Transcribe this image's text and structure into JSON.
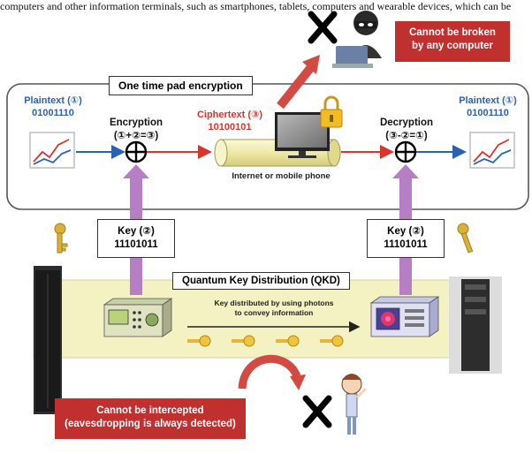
{
  "header_clip": "computers and other information terminals, such as smartphones, tablets, computers and wearable devices, which can be",
  "top_callout": {
    "line1": "Cannot be broken",
    "line2": "by any computer"
  },
  "otp": {
    "title": "One time pad encryption",
    "plaintext_left": {
      "label": "Plaintext (①)",
      "bits": "01001110"
    },
    "encryption": {
      "label": "Encryption",
      "formula": "(①+②=③)"
    },
    "ciphertext": {
      "label": "Ciphertext (③)",
      "bits": "10100101"
    },
    "channel": "Internet or mobile phone",
    "decryption": {
      "label": "Decryption",
      "formula": "(③-②=①)"
    },
    "plaintext_right": {
      "label": "Plaintext (①)",
      "bits": "01001110"
    }
  },
  "key_left": {
    "label": "Key (②)",
    "bits": "11101011"
  },
  "key_right": {
    "label": "Key (②)",
    "bits": "11101011"
  },
  "qkd": {
    "title": "Quantum Key Distribution (QKD)",
    "note_line1": "Key distributed by using photons",
    "note_line2": "to convey information"
  },
  "bottom_callout": {
    "line1": "Cannot be intercepted",
    "line2": "(eavesdropping is always detected)"
  },
  "colors": {
    "callout": "#c0302f",
    "arrow_purple": "#b67fc4",
    "blue": "#2b61b5",
    "red": "#d8362c",
    "qkd_band": "#f4f1c2"
  },
  "icons": [
    "hacker-icon",
    "cross-icon",
    "padlock-icon",
    "key-icon",
    "eavesdropper-icon",
    "photon-icon"
  ]
}
